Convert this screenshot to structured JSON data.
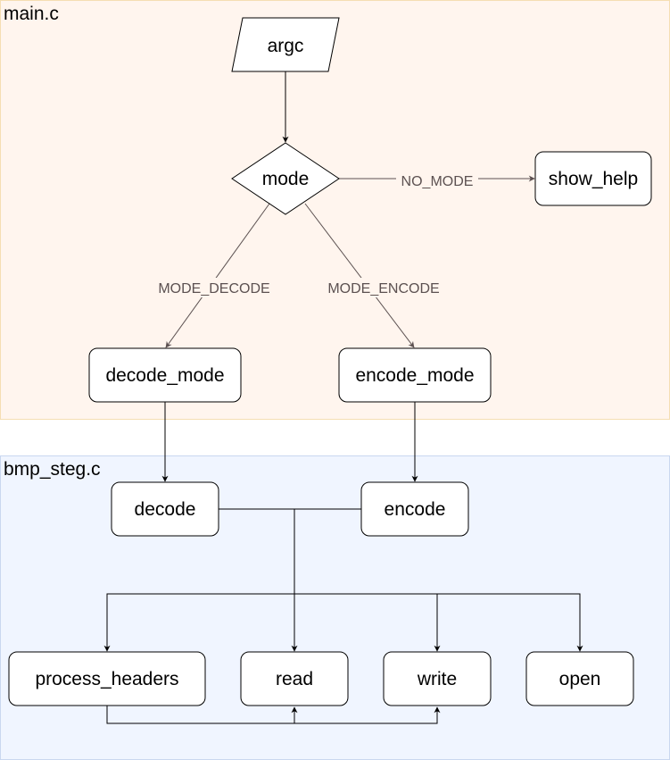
{
  "groups": {
    "main": {
      "label": "main.c",
      "fill": "#FFF5EE",
      "stroke": "#F5DEB3"
    },
    "steg": {
      "label": "bmp_steg.c",
      "fill": "#F0F5FF",
      "stroke": "#C9D7F0"
    }
  },
  "nodes": {
    "argc": "argc",
    "mode": "mode",
    "show_help": "show_help",
    "decode_mode": "decode_mode",
    "encode_mode": "encode_mode",
    "decode": "decode",
    "encode": "encode",
    "process_headers": "process_headers",
    "read": "read",
    "write": "write",
    "open": "open"
  },
  "edges": {
    "no_mode": "NO_MODE",
    "mode_decode": "MODE_DECODE",
    "mode_encode": "MODE_ENCODE"
  },
  "colors": {
    "edge_label": "#5C5151",
    "edge_line": "#000000"
  }
}
